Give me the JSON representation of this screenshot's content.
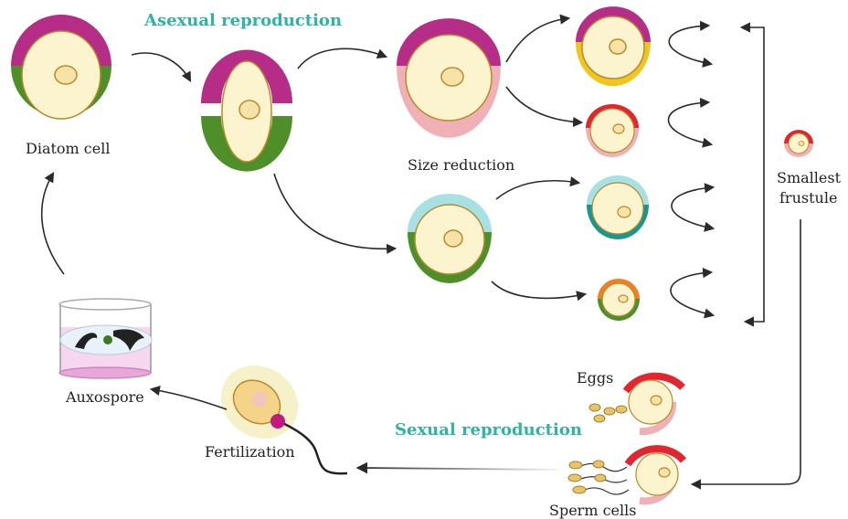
{
  "labels": {
    "diatom_cell": "Diatom cell",
    "size_reduction": "Size reduction",
    "smallest_frustule_line1": "Smallest",
    "smallest_frustule_line2": "frustule",
    "eggs": "Eggs",
    "sperm_cells": "Sperm cells",
    "fertilization": "Fertilization",
    "auxospore": "Auxospore"
  },
  "titles": {
    "asexual": "Asexual reproduction",
    "sexual": "Sexual reproduction"
  },
  "colors": {
    "title": "#2cb5a6",
    "cell_fill": "#fbf4cf",
    "cell_stroke": "#b88a2a",
    "magenta": "#b52d86",
    "green": "#4f8f2a",
    "pink": "#efb1b6",
    "yellow": "#f0c51e",
    "red": "#e2252e",
    "light_cyan": "#a8e1e3",
    "teal": "#17978f",
    "orange": "#f08022",
    "arrow": "#2a2a2a"
  }
}
